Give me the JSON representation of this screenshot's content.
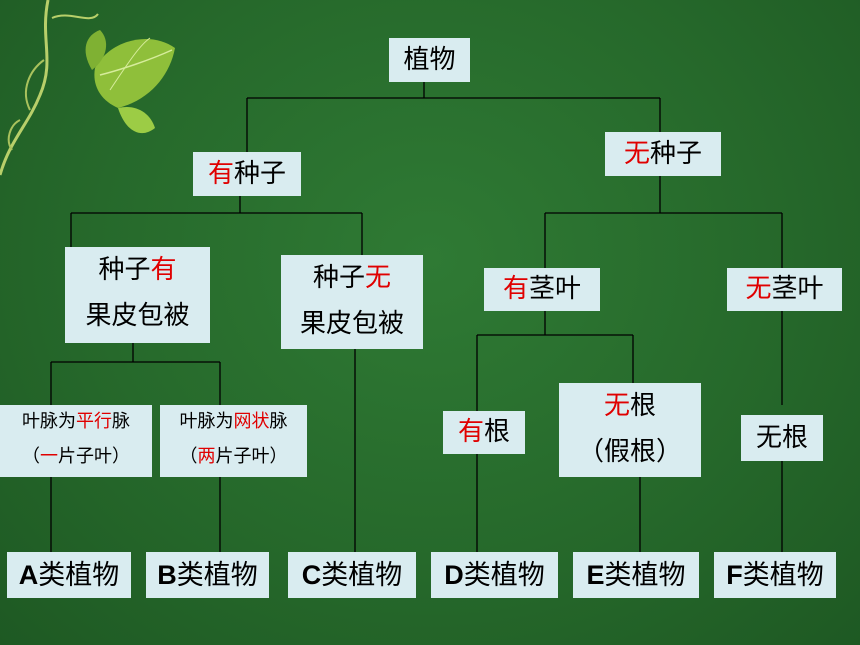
{
  "diagram": {
    "root": {
      "text": "植物"
    },
    "seed_plants": {
      "prefix": "有",
      "rest": "种子"
    },
    "seedless_plants": {
      "prefix": "无",
      "rest": "种子"
    },
    "seed_with_pericarp": {
      "line1_a": "种子",
      "line1_b": "有",
      "line2": "果皮包被"
    },
    "seed_without_pericarp": {
      "line1_a": "种子",
      "line1_b": "无",
      "line2": "果皮包被"
    },
    "with_stem_leaf": {
      "prefix": "有",
      "rest": "茎叶"
    },
    "without_stem_leaf": {
      "prefix": "无",
      "rest": "茎叶"
    },
    "parallel_veins": {
      "a": "叶脉为",
      "b": "平行",
      "c": "脉",
      "d": "（",
      "e": "一",
      "f": "片子叶）"
    },
    "net_veins": {
      "a": "叶脉为",
      "b": "网状",
      "c": "脉",
      "d": "（",
      "e": "两",
      "f": "片子叶）"
    },
    "with_root": {
      "prefix": "有",
      "rest": "根"
    },
    "without_root_false": {
      "line1_a": "无",
      "line1_b": "根",
      "line2": "（假根）"
    },
    "without_root": {
      "text": "无根"
    },
    "categories": [
      {
        "letter": "A",
        "label": "类植物"
      },
      {
        "letter": "B",
        "label": "类植物"
      },
      {
        "letter": "C",
        "label": "类植物"
      },
      {
        "letter": "D",
        "label": "类植物"
      },
      {
        "letter": "E",
        "label": "类植物"
      },
      {
        "letter": "F",
        "label": "类植物"
      }
    ]
  },
  "colors": {
    "background": "#26692b",
    "box": "#d9ecf0",
    "highlight": "#e00000",
    "connector": "#000000"
  }
}
